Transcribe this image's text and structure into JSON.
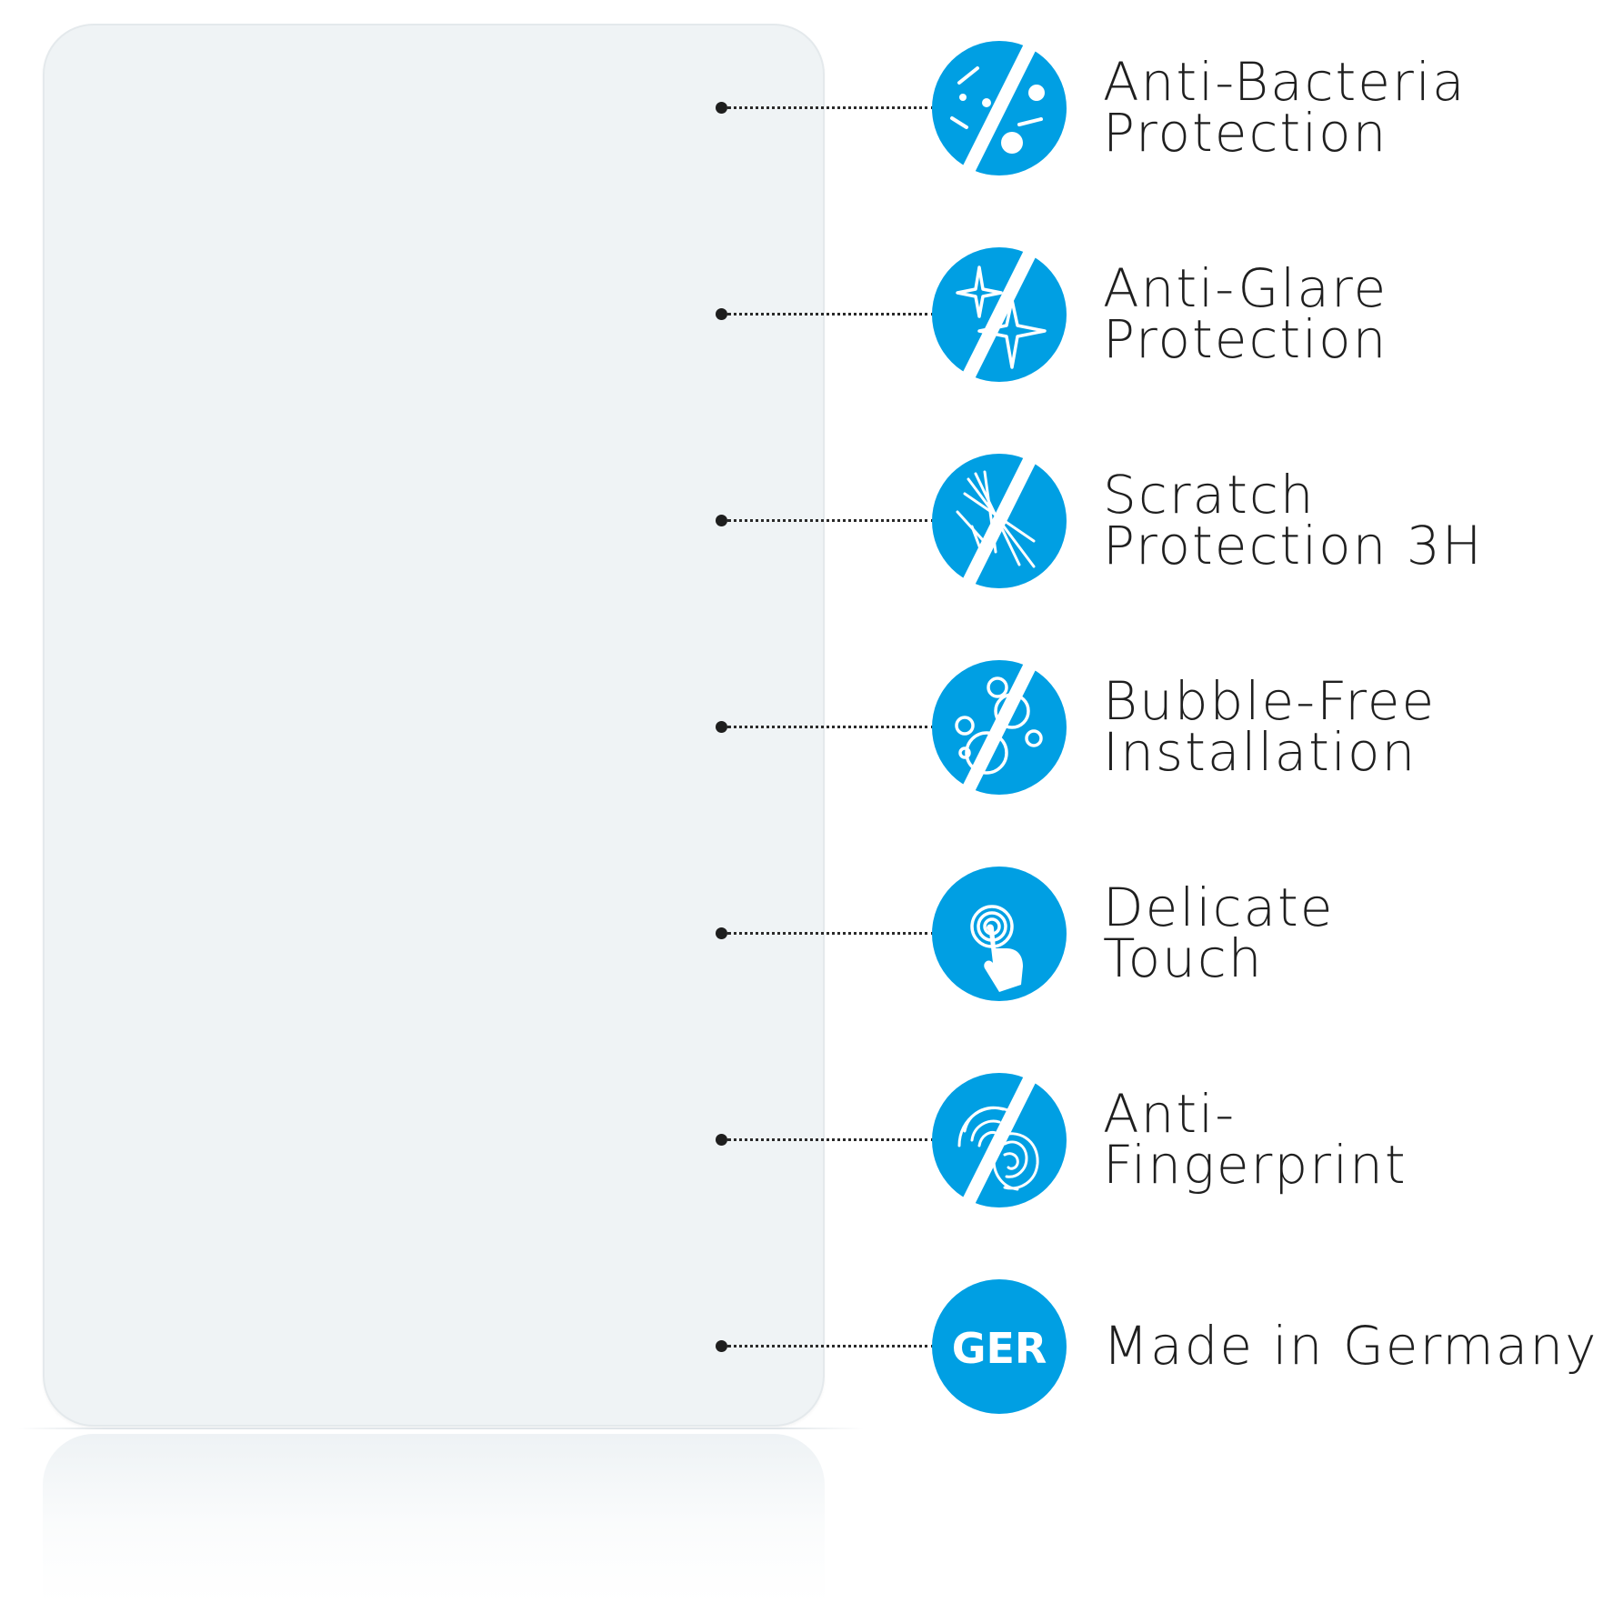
{
  "colors": {
    "badge_blue": "#009fe3",
    "panel": "#eff3f5",
    "text": "#1f1f1f"
  },
  "features": [
    {
      "icon": "anti-bacteria-icon",
      "line1": "Anti-Bacteria",
      "line2": "Protection"
    },
    {
      "icon": "anti-glare-icon",
      "line1": "Anti-Glare",
      "line2": "Protection"
    },
    {
      "icon": "scratch-icon",
      "line1": "Scratch",
      "line2": "Protection 3H"
    },
    {
      "icon": "bubble-free-icon",
      "line1": "Bubble-Free",
      "line2": "Installation"
    },
    {
      "icon": "touch-icon",
      "line1": "Delicate",
      "line2": "Touch"
    },
    {
      "icon": "fingerprint-icon",
      "line1": "Anti-",
      "line2": "Fingerprint"
    },
    {
      "icon": "germany-badge",
      "badge_text": "GER",
      "line1": "Made in Germany"
    }
  ]
}
